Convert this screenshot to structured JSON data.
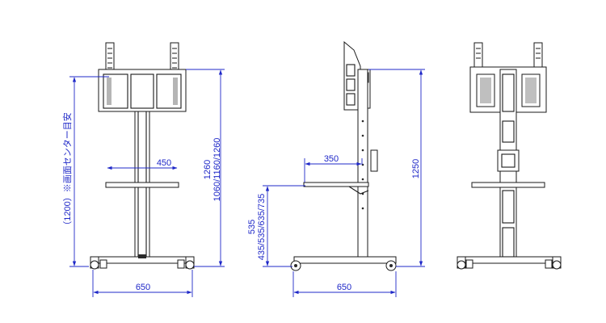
{
  "colors": {
    "dimension": "#1f28c8",
    "object": "#1a1a1a",
    "background": "#ffffff"
  },
  "front_view": {
    "screen_height_label": "（1200）※画面センター目安",
    "height_label_top": "1260",
    "height_label_bottom": "1060/1160/1260",
    "shelf_width_label": "450",
    "base_width_label": "650"
  },
  "side_view": {
    "shelf_depth_label": "350",
    "total_height_label": "1250",
    "shelf_height_label_top": "535",
    "shelf_height_label_bottom": "435/535/635/735",
    "base_depth_label": "650"
  }
}
